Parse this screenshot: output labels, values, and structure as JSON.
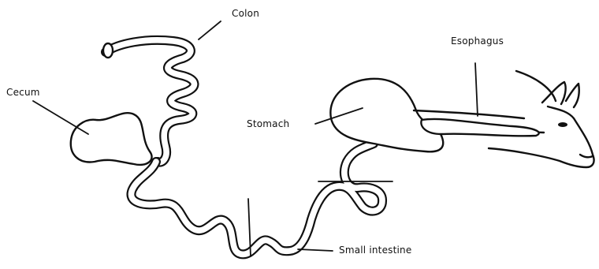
{
  "labels": {
    "colon": "Colon",
    "cecum": "Cecum",
    "esophagus": "Esophagus",
    "stomach": "Stomach",
    "small_intestine": "Small intestine"
  },
  "colors": {
    "ink": "#111111",
    "background": "#ffffff"
  }
}
